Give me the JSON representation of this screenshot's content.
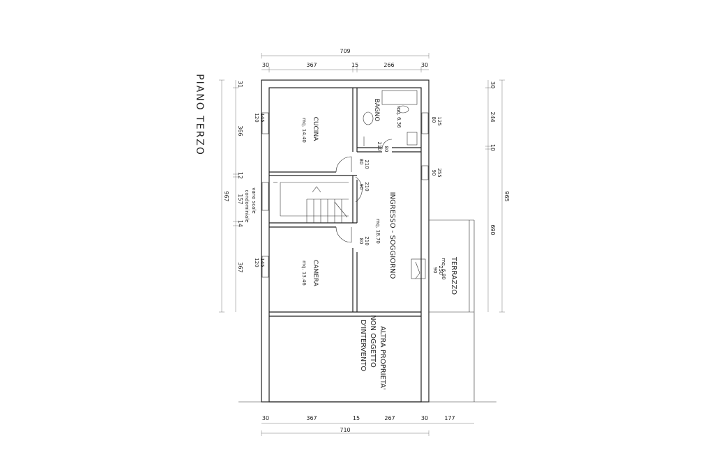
{
  "title": "PIANO TERZO",
  "rooms": {
    "cucina": {
      "name": "CUCINA",
      "area": "mq. 14.40"
    },
    "bagno": {
      "name": "BAGNO",
      "area": "mq. 6.36"
    },
    "ingresso": {
      "name": "INGRESSO - SOGGIORNO",
      "area": "mq. 18.70"
    },
    "camera": {
      "name": "CAMERA",
      "area": "mq. 13.46"
    },
    "terrazzo": {
      "name": "TERRAZZO",
      "area": "mq. 6.80"
    },
    "vano_scale": {
      "line1": "vano scale",
      "line2": "condominiale"
    },
    "altra": {
      "line1": "ALTRA PROPRIETA'",
      "line2": "NON OGGETTO",
      "line3": "D'INTERVENTO"
    }
  },
  "dims_top": {
    "total": "709",
    "s1": "30",
    "s2": "367",
    "s3": "15",
    "s4": "266",
    "s5": "30"
  },
  "dims_bottom": {
    "total": "710",
    "s1": "30",
    "s2": "367",
    "s3": "15",
    "s4": "267",
    "s5": "30",
    "s6": "177"
  },
  "dims_left": {
    "d1": "31",
    "d2": "366",
    "d3": "12",
    "d4": "157",
    "d5": "14",
    "d6": "367",
    "total": "967"
  },
  "dims_right": {
    "d1": "30",
    "d2": "244",
    "d3": "10",
    "total": "965",
    "d4": "690"
  },
  "windows": {
    "w_cucina": {
      "a": "120",
      "b": "145"
    },
    "w_camera": {
      "a": "120",
      "b": "145"
    },
    "w_bagno": {
      "a": "80",
      "b": "125"
    },
    "w_ingresso": {
      "a": "90",
      "b": "255"
    },
    "w_terrazzo": {
      "a": "90",
      "b": "250"
    }
  },
  "doors": {
    "d_bagno": {
      "a": "80",
      "b": "210"
    },
    "d_cucina": {
      "a": "80",
      "b": "210"
    },
    "d_ingresso": {
      "a": "90",
      "b": "210"
    },
    "d_camera": {
      "a": "80",
      "b": "210"
    }
  }
}
